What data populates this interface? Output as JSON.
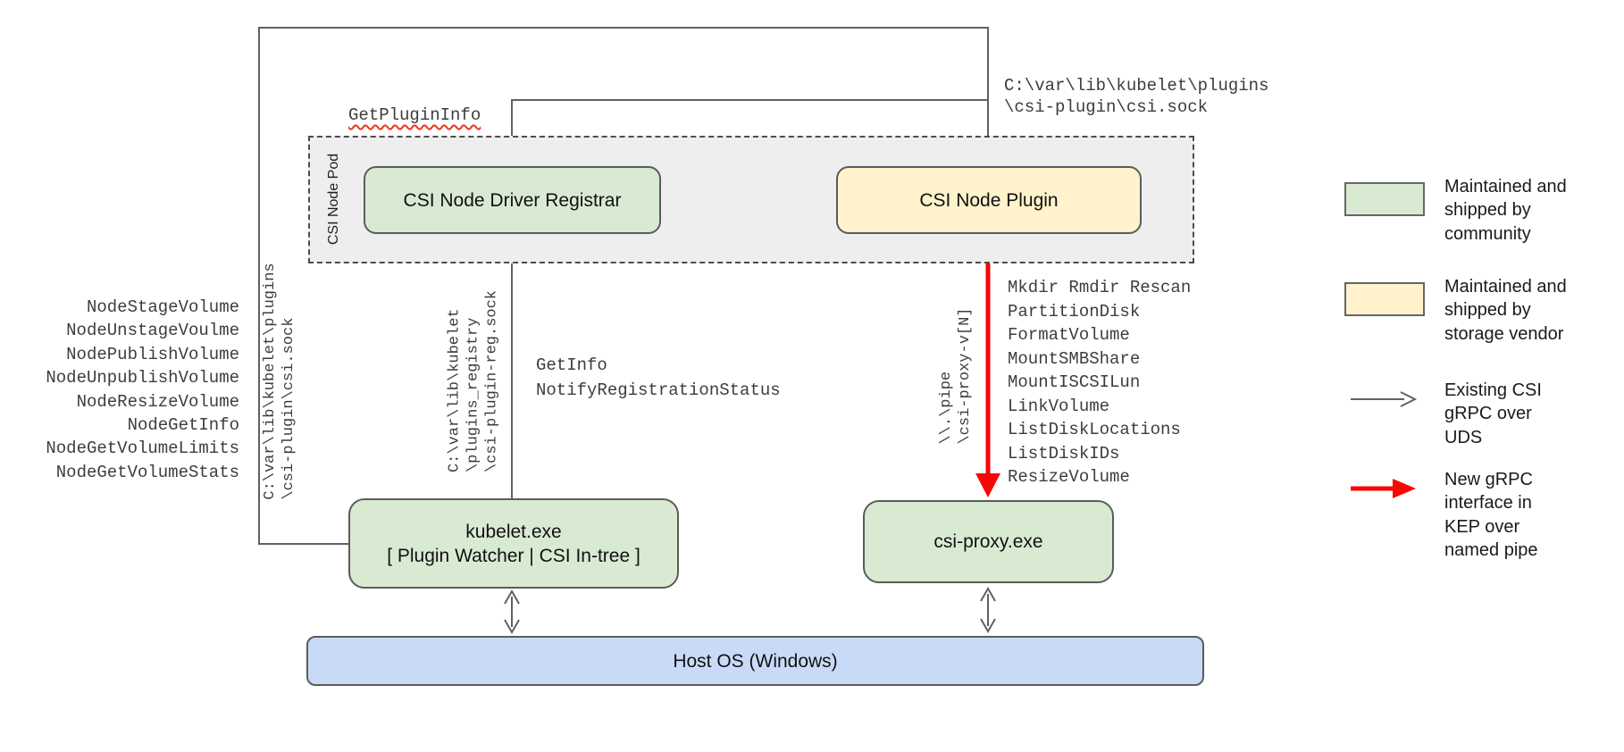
{
  "pod": {
    "label": "CSI Node Pod"
  },
  "boxes": {
    "registrar": "CSI Node Driver Registrar",
    "plugin": "CSI Node Plugin",
    "kubelet_line1": "kubelet.exe",
    "kubelet_line2": "[ Plugin Watcher | CSI In-tree ]",
    "csi_proxy": "csi-proxy.exe",
    "host_os": "Host OS (Windows)"
  },
  "annotations": {
    "get_plugin_info": "GetPluginInfo",
    "csi_sock_top": [
      "C:\\var\\lib\\kubelet\\plugins",
      "\\csi-plugin\\csi.sock"
    ],
    "kubelet_node_calls": [
      "NodeStageVolume",
      "NodeUnstageVoulme",
      "NodePublishVolume",
      "NodeUnpublishVolume",
      "NodeResizeVolume",
      "NodeGetInfo",
      "NodeGetVolumeLimits",
      "NodeGetVolumeStats"
    ],
    "csi_sock_vertical": [
      "C:\\var\\lib\\kubelet\\plugins",
      "\\csi-plugin\\csi.sock"
    ],
    "registration_sock_vertical": [
      "C:\\var\\lib\\kubelet",
      "\\plugins_registry",
      "\\csi-plugin-reg.sock"
    ],
    "registration_calls": [
      "GetInfo",
      "NotifyRegistrationStatus"
    ],
    "named_pipe_vertical": [
      "\\\\.\\pipe",
      "\\csi-proxy-v[N]"
    ],
    "proxy_calls": [
      "Mkdir Rmdir Rescan",
      "PartitionDisk",
      "FormatVolume",
      "MountSMBShare",
      "MountISCSILun",
      "LinkVolume",
      "ListDiskLocations",
      "ListDiskIDs",
      "ResizeVolume"
    ]
  },
  "legend": {
    "community": "Maintained and\nshipped by\ncommunity",
    "vendor": "Maintained and\nshipped by\nstorage vendor",
    "existing": "Existing CSI\ngRPC over\nUDS",
    "new": "New gRPC\ninterface in\nKEP over\nnamed pipe"
  },
  "colors": {
    "community_green": "#d9ead3",
    "vendor_yellow": "#fff2cc",
    "host_blue": "#c9daf8",
    "pod_gray": "#eeeeee",
    "line_gray": "#616161",
    "new_red": "#f90505",
    "squiggle_red": "#f1351b"
  }
}
